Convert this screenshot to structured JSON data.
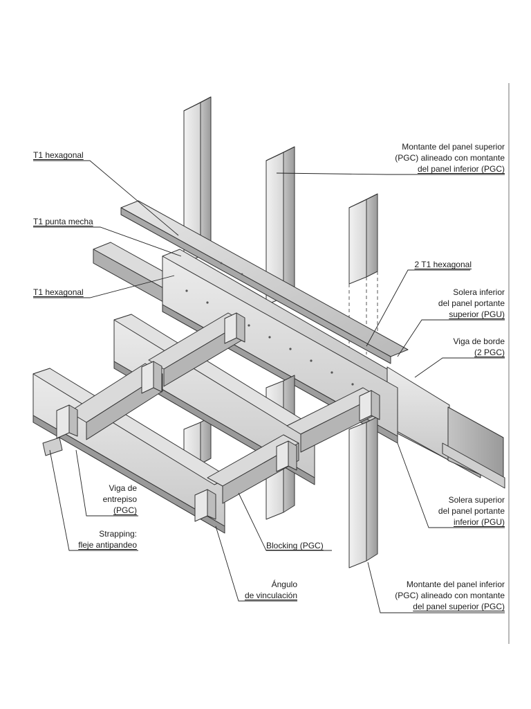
{
  "labels": {
    "t1_hex_top": [
      "T1 hexagonal"
    ],
    "t1_punta_mecha": [
      "T1 punta mecha"
    ],
    "t1_hex_mid": [
      "T1 hexagonal"
    ],
    "montante_superior": [
      "Montante del panel superior",
      "(PGC) alineado con montante",
      "del panel inferior (PGC)"
    ],
    "dos_t1_hex": [
      "2 T1 hexagonal"
    ],
    "solera_inferior": [
      "Solera inferior",
      "del panel portante",
      "superior (PGU)"
    ],
    "viga_borde": [
      "Viga de borde",
      "(2 PGC)"
    ],
    "solera_superior": [
      "Solera superior",
      "del panel portante",
      "inferior (PGU)"
    ],
    "viga_entrepiso": [
      "Viga de",
      "entrepiso",
      "(PGC)"
    ],
    "strapping": [
      "Strapping:",
      "fleje antipandeo"
    ],
    "blocking": [
      "Blocking (PGC)"
    ],
    "angulo": [
      "Ángulo",
      "de vinculación"
    ],
    "montante_inferior": [
      "Montante del panel inferior",
      "(PGC) alineado con montante",
      "del panel superior (PGC)"
    ]
  }
}
